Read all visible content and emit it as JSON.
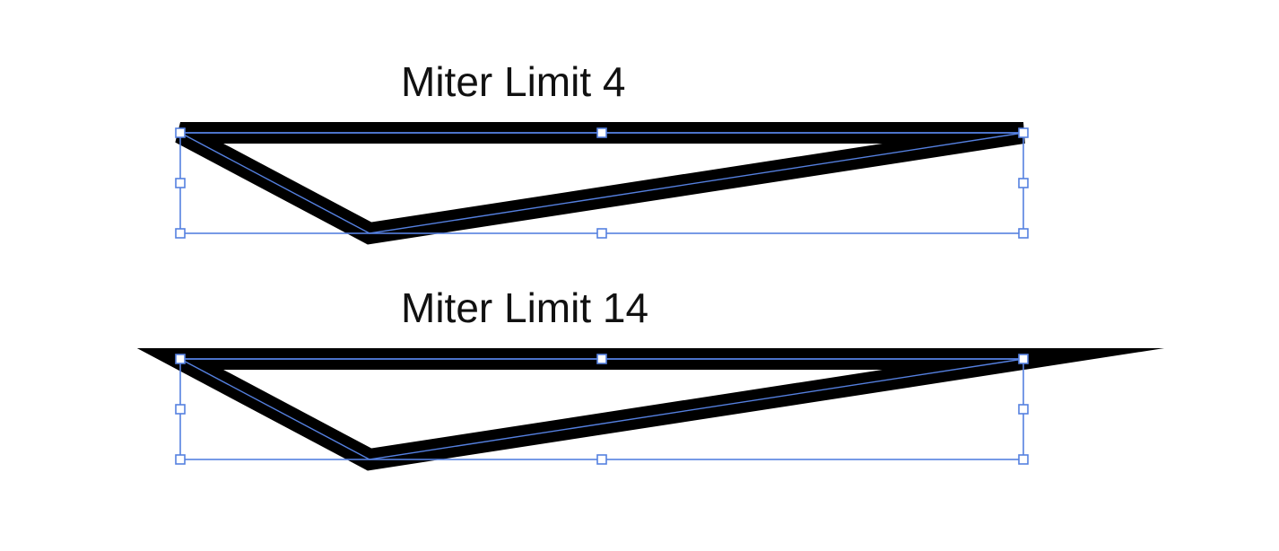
{
  "diagrams": [
    {
      "label": "Miter Limit 4",
      "miter_limit": 4
    },
    {
      "label": "Miter Limit 14",
      "miter_limit": 14
    }
  ],
  "colors": {
    "stroke": "#000000",
    "selection": "#5580e0"
  }
}
